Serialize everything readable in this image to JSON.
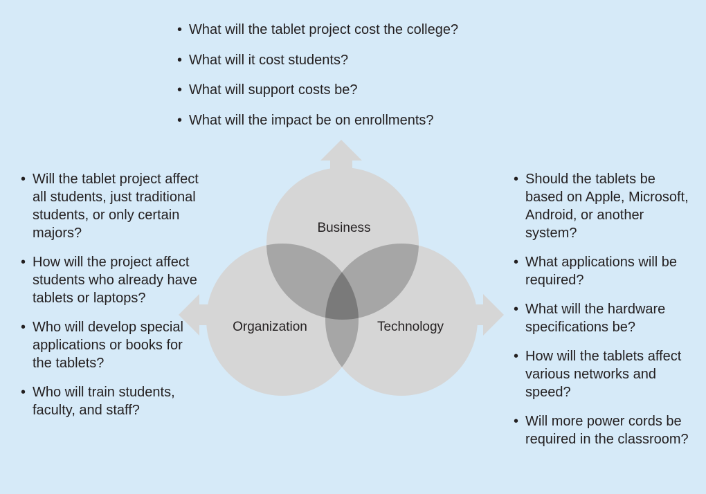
{
  "diagram": {
    "circles": {
      "business": "Business",
      "organization": "Organization",
      "technology": "Technology"
    },
    "colors": {
      "background": "#d6eaf8",
      "circle_fill": "#d6d6d6",
      "overlap_fill": "#a6a6a6",
      "center_fill": "#7a7a7a",
      "text": "#231f20"
    },
    "arrows": [
      "up",
      "left",
      "right"
    ]
  },
  "top_questions": [
    "What will the tablet project cost the college?",
    "What will it cost students?",
    "What will support costs be?",
    "What will the impact be on enrollments?"
  ],
  "left_questions": [
    "Will the tablet project affect all students, just traditional students, or only certain majors?",
    "How will the project affect students who already have tablets or laptops?",
    "Who will develop special applications or books for the tablets?",
    "Who will train students, faculty, and staff?"
  ],
  "right_questions": [
    "Should the tablets be based on Apple, Microsoft, Android, or another system?",
    "What applications will be required?",
    "What will the hardware specifications be?",
    "How will the tablets affect various networks and speed?",
    "Will more power cords be required in the classroom?"
  ]
}
